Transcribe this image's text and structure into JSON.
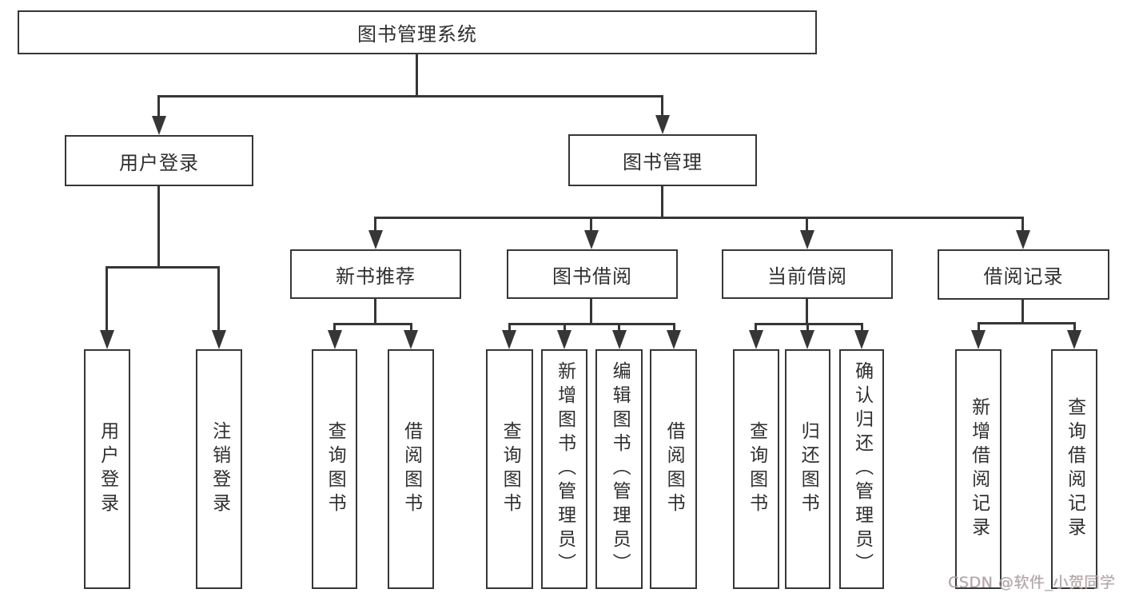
{
  "colors": {
    "background": "#ffffff",
    "line": "#363636",
    "box_border": "#363636",
    "text": "#2f2f2f",
    "watermark": "#a7a7a7"
  },
  "watermark": {
    "text": "CSDN @软件_小贺同学"
  },
  "diagram": {
    "type": "tree",
    "root": {
      "label": "图书管理系统"
    },
    "level2": [
      {
        "label": "用户登录",
        "parent": "图书管理系统"
      },
      {
        "label": "图书管理",
        "parent": "图书管理系统"
      }
    ],
    "level3": [
      {
        "label": "新书推荐",
        "parent": "图书管理"
      },
      {
        "label": "图书借阅",
        "parent": "图书管理"
      },
      {
        "label": "当前借阅",
        "parent": "图书管理"
      },
      {
        "label": "借阅记录",
        "parent": "图书管理"
      }
    ],
    "leaves": [
      {
        "label": "用户登录",
        "parent": "用户登录"
      },
      {
        "label": "注销登录",
        "parent": "用户登录"
      },
      {
        "label": "查询图书",
        "parent": "新书推荐"
      },
      {
        "label": "借阅图书",
        "parent": "新书推荐"
      },
      {
        "label": "查询图书",
        "parent": "图书借阅"
      },
      {
        "label": "新增图书（管理员）",
        "parent": "图书借阅"
      },
      {
        "label": "编辑图书（管理员）",
        "parent": "图书借阅"
      },
      {
        "label": "借阅图书",
        "parent": "图书借阅"
      },
      {
        "label": "查询图书",
        "parent": "当前借阅"
      },
      {
        "label": "归还图书",
        "parent": "当前借阅"
      },
      {
        "label": "确认归还（管理员）",
        "parent": "当前借阅"
      },
      {
        "label": "新增借阅记录",
        "parent": "借阅记录"
      },
      {
        "label": "查询借阅记录",
        "parent": "借阅记录"
      }
    ]
  }
}
